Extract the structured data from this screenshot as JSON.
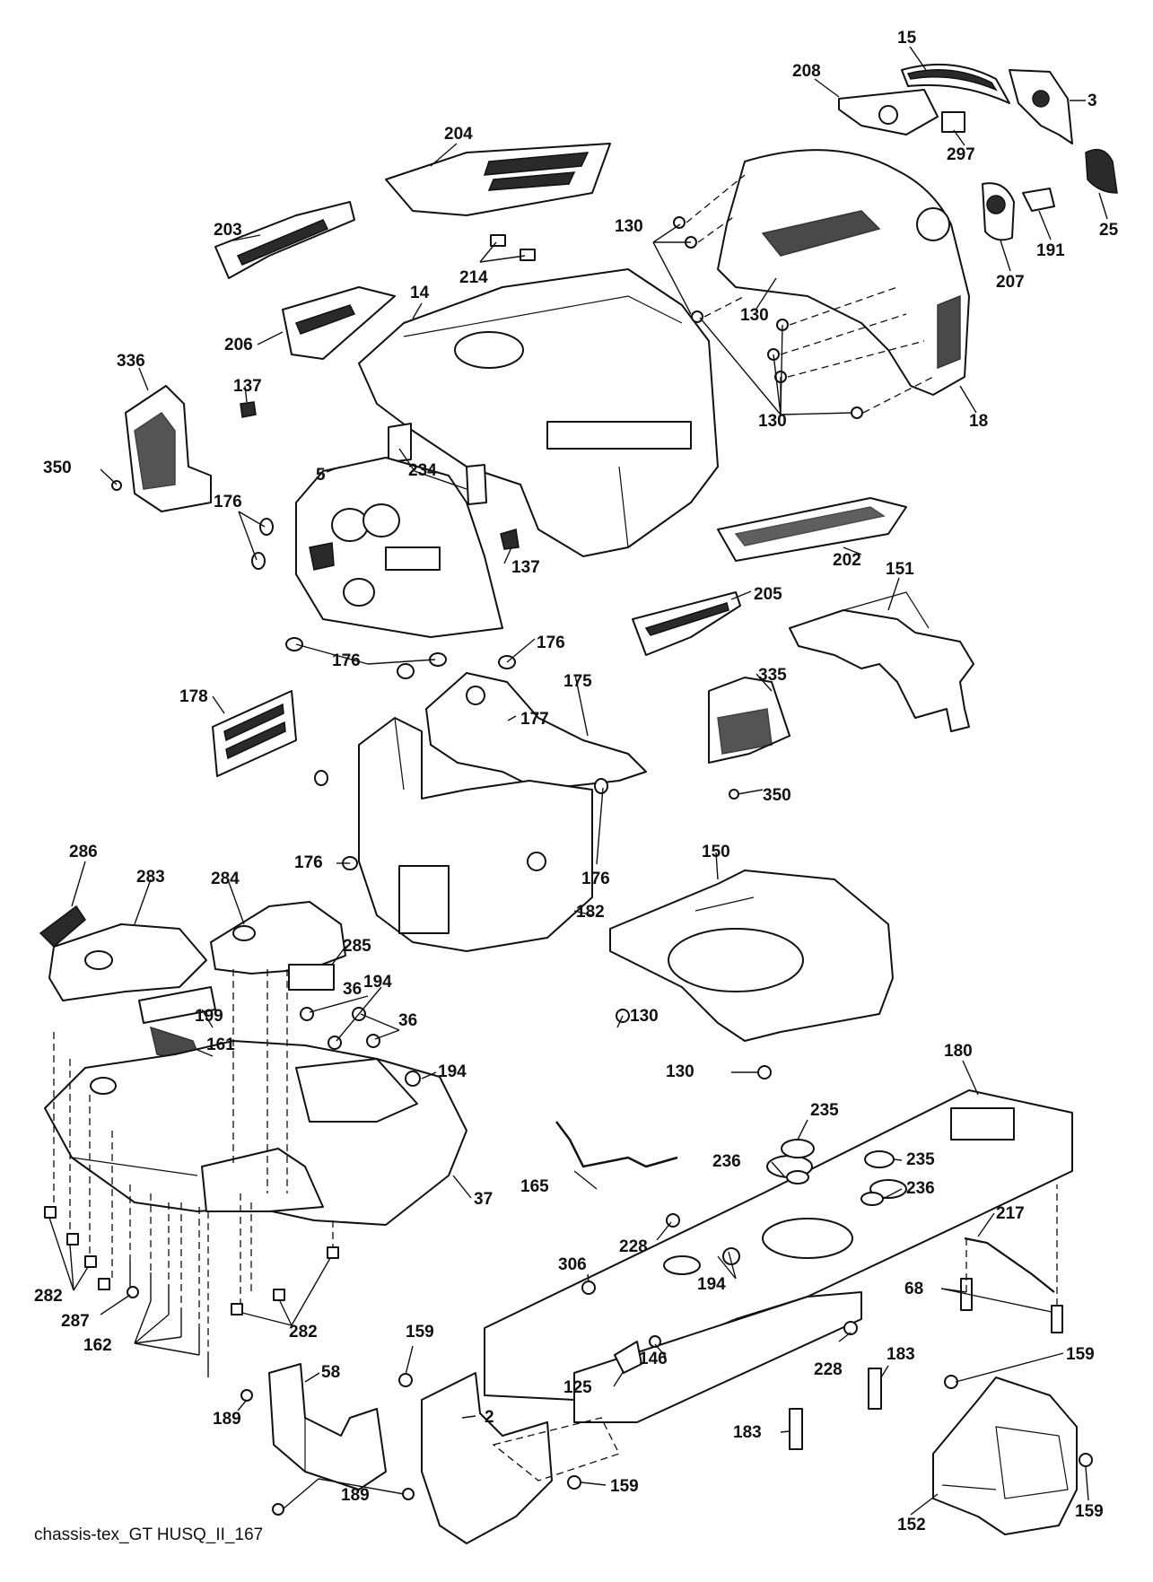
{
  "diagram": {
    "caption": "chassis-tex_GT HUSQ_II_167",
    "callouts": {
      "c15": "15",
      "c208": "208",
      "c3": "3",
      "c297": "297",
      "c25": "25",
      "c191": "191",
      "c207": "207",
      "c204": "204",
      "c203": "203",
      "c214": "214",
      "c130a": "130",
      "c130b": "130",
      "c130c": "130",
      "c14": "14",
      "c206": "206",
      "c18": "18",
      "c336": "336",
      "c137a": "137",
      "c350a": "350",
      "c234": "234",
      "c5": "5",
      "c176a": "176",
      "c137b": "137",
      "c202": "202",
      "c205": "205",
      "c151": "151",
      "c176b": "176",
      "c176c": "176",
      "c178": "178",
      "c177": "177",
      "c175": "175",
      "c335": "335",
      "c350b": "350",
      "c176d": "176",
      "c176e": "176",
      "c182": "182",
      "c150": "150",
      "c286": "286",
      "c283": "283",
      "c284": "284",
      "c285": "285",
      "c36a": "36",
      "c194a": "194",
      "c36b": "36",
      "c199": "199",
      "c161": "161",
      "c194b": "194",
      "c130d": "130",
      "c130e": "130",
      "c180": "180",
      "c37": "37",
      "c235a": "235",
      "c165": "165",
      "c236a": "236",
      "c235b": "235",
      "c236b": "236",
      "c228a": "228",
      "c306": "306",
      "c217": "217",
      "c194c": "194",
      "c68": "68",
      "c282a": "282",
      "c287": "287",
      "c162": "162",
      "c282b": "282",
      "c146": "146",
      "c125": "125",
      "c228b": "228",
      "c183a": "183",
      "c159a": "159",
      "c159b": "159",
      "c58": "58",
      "c2": "2",
      "c183b": "183",
      "c189a": "189",
      "c189b": "189",
      "c159c": "159",
      "c159d": "159",
      "c152": "152"
    }
  }
}
